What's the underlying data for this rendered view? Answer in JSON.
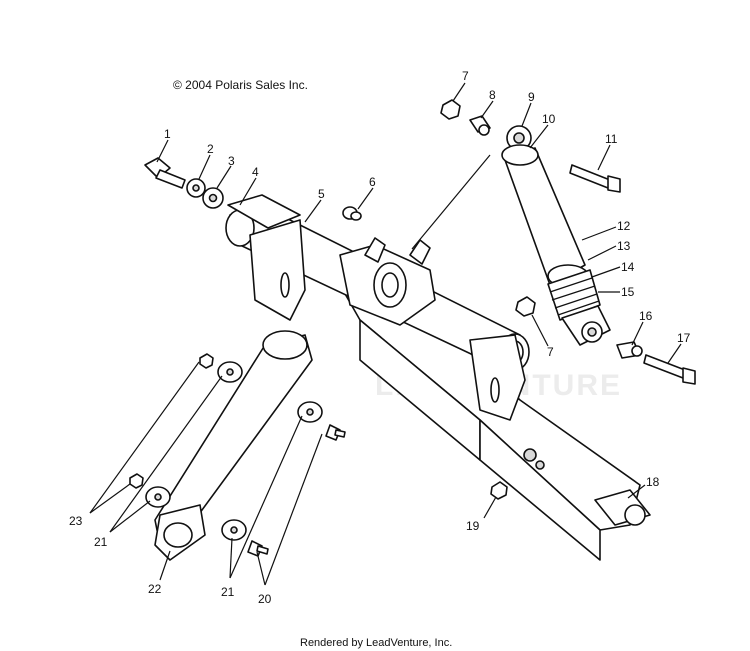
{
  "copyright": "© 2004 Polaris Sales Inc.",
  "watermark": "LEADVENTURE",
  "footer": "Rendered by LeadVenture, Inc.",
  "parts": {
    "p1": "1",
    "p2": "2",
    "p3": "3",
    "p4": "4",
    "p5": "5",
    "p6": "6",
    "p7a": "7",
    "p7b": "7",
    "p8": "8",
    "p9": "9",
    "p10": "10",
    "p11": "11",
    "p12": "12",
    "p13": "13",
    "p14": "14",
    "p15": "15",
    "p16": "16",
    "p17": "17",
    "p18": "18",
    "p19": "19",
    "p20": "20",
    "p21a": "21",
    "p21b": "21",
    "p22": "22",
    "p23": "23"
  }
}
